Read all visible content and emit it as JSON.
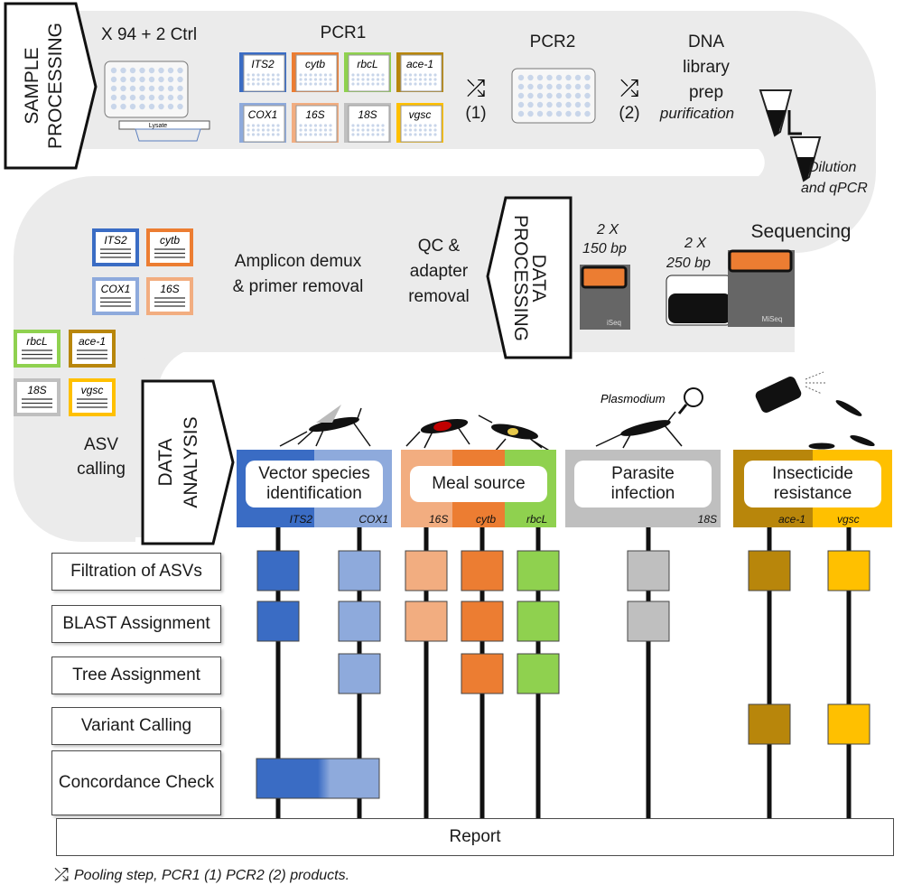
{
  "sections": {
    "sample_processing": [
      "SAMPLE",
      "PROCESSING"
    ],
    "data_processing": [
      "DATA",
      "PROCESSING"
    ],
    "data_analysis": [
      "DATA",
      "ANALYSIS"
    ]
  },
  "sample": {
    "plates_label": "X 94 + 2 Ctrl",
    "lysate_label": "Lysate",
    "pcr1_label": "PCR1",
    "pcr2_label": "PCR2",
    "pool1_label": "(1)",
    "pool2_label": "(2)",
    "dna_library_lines": [
      "DNA",
      "library",
      "prep"
    ],
    "purification_label": "purification",
    "dilution_lines": [
      "Dilution",
      "and qPCR"
    ]
  },
  "markers": [
    "ITS2",
    "cytb",
    "rbcL",
    "ace-1",
    "COX1",
    "16S",
    "18S",
    "vgsc"
  ],
  "processing": {
    "sequencing_label": "Sequencing",
    "iseq_reads": [
      "2 X",
      "150 bp"
    ],
    "miseq_reads": [
      "2 X",
      "250 bp"
    ],
    "iseq_name": "iSeq",
    "miseq_name": "MiSeq",
    "qc_lines": [
      "QC &",
      "adapter",
      "removal"
    ],
    "demux_lines": [
      "Amplicon demux",
      "& primer removal"
    ],
    "asv_lines": [
      "ASV",
      "calling"
    ]
  },
  "analysis": {
    "plasmodium_label": "Plasmodium",
    "categories": [
      {
        "label": [
          "Vector species",
          "identification"
        ],
        "markers": [
          "ITS2",
          "COX1"
        ]
      },
      {
        "label": [
          "Meal source"
        ],
        "markers": [
          "16S",
          "cytb",
          "rbcL"
        ]
      },
      {
        "label": [
          "Parasite",
          "infection"
        ],
        "markers": [
          "18S"
        ]
      },
      {
        "label": [
          "Insecticide",
          "resistance"
        ],
        "markers": [
          "ace-1",
          "vgsc"
        ]
      }
    ],
    "steps": [
      "Filtration of ASVs",
      "BLAST Assignment",
      "Tree Assignment",
      "Variant Calling",
      "Concordance Check"
    ],
    "report_label": "Report"
  },
  "footer": {
    "text": "Pooling step, PCR1 (1) PCR2 (2) products."
  },
  "colors": {
    "ITS2": "#3a6cc4",
    "COX1": "#8eaadc",
    "16S": "#f2ad80",
    "cytb": "#ec7d32",
    "rbcL": "#8fd14f",
    "18S": "#bfbfbf",
    "ace-1": "#b8860b",
    "vgsc": "#ffc000",
    "flow_background": "#ebebeb"
  }
}
